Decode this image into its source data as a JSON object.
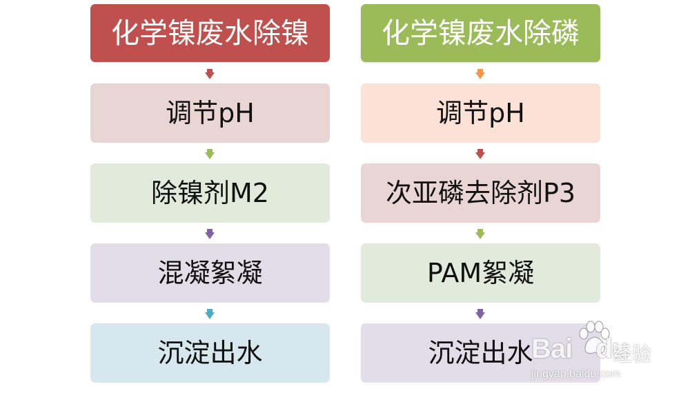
{
  "flows": [
    {
      "header": "化学镍废水除镍",
      "steps": [
        "调节pH",
        "除镍剂M2",
        "混凝絮凝",
        "沉淀出水"
      ],
      "header_color": "#c0504d",
      "step_colors": [
        "#ead5d5",
        "#e1eadb",
        "#e3dde9",
        "#d7e7ee"
      ],
      "arrow_colors": [
        "#c0504d",
        "#9bbb59",
        "#8064a2",
        "#4bacc6"
      ]
    },
    {
      "header": "化学镍废水除磷",
      "steps": [
        "调节pH",
        "次亚磷去除剂P3",
        "PAM絮凝",
        "沉淀出水"
      ],
      "header_color": "#9bbb59",
      "step_colors": [
        "#fbe1d6",
        "#ead5d5",
        "#e1eadb",
        "#e3dde9"
      ],
      "arrow_colors": [
        "#f79646",
        "#c0504d",
        "#9bbb59",
        "#8064a2"
      ]
    }
  ],
  "watermark": {
    "logo": "Bai",
    "logo_suffix": "du",
    "name": "经验",
    "url": "jingyan.baidu.com"
  }
}
